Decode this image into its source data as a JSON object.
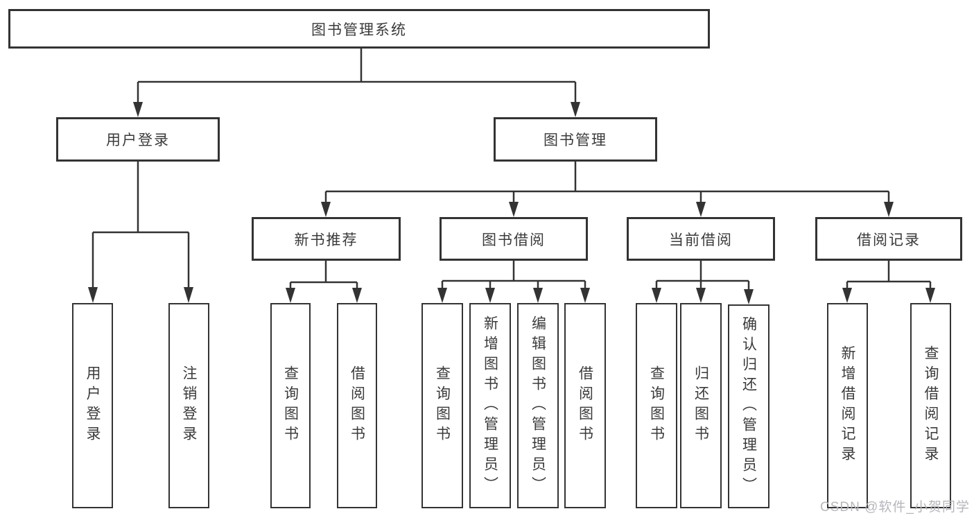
{
  "diagram": {
    "root": {
      "label": "图书管理系统"
    },
    "level2": [
      {
        "label": "用户登录"
      },
      {
        "label": "图书管理"
      }
    ],
    "level3": [
      {
        "label": "新书推荐"
      },
      {
        "label": "图书借阅"
      },
      {
        "label": "当前借阅"
      },
      {
        "label": "借阅记录"
      }
    ],
    "leaves": {
      "user_login": [
        {
          "label": "用户登录"
        },
        {
          "label": "注销登录"
        }
      ],
      "new_book": [
        {
          "label": "查询图书"
        },
        {
          "label": "借阅图书"
        }
      ],
      "book_borrow": [
        {
          "label": "查询图书"
        },
        {
          "label": "新增图书（管理员）"
        },
        {
          "label": "编辑图书（管理员）"
        },
        {
          "label": "借阅图书"
        }
      ],
      "current_borrow": [
        {
          "label": "查询图书"
        },
        {
          "label": "归还图书"
        },
        {
          "label": "确认归还（管理员）"
        }
      ],
      "borrow_record": [
        {
          "label": "新增借阅记录"
        },
        {
          "label": "查询借阅记录"
        }
      ]
    }
  },
  "watermark": {
    "text": "CSDN @软件_小贺同学"
  },
  "colors": {
    "background": "#ffffff",
    "line": "#333333",
    "box_border": "#333333",
    "text": "#3a3a3a",
    "watermark": "#b6b6bc"
  }
}
